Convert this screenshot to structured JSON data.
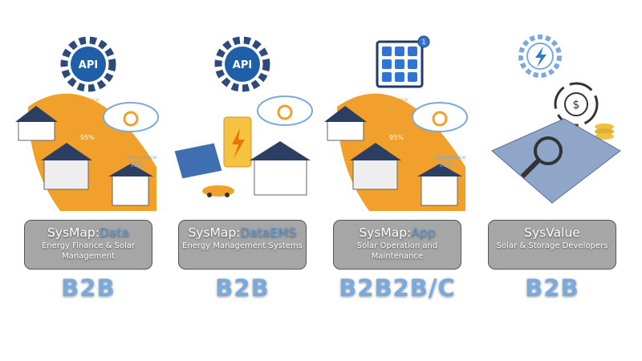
{
  "products": [
    {
      "name": "SysMap:",
      "highlight": "Data",
      "description": "Energy Finance & Solar Management",
      "model": "B2B",
      "illustration": {
        "api_label": "API",
        "perf": [
          "Performance",
          "76%",
          "Performance",
          "95%",
          "Performance",
          "95%"
        ]
      }
    },
    {
      "name": "SysMap:",
      "highlight": "DataEMS",
      "description": "Energy Management Systems",
      "model": "B2B",
      "illustration": {
        "api_label": "API"
      }
    },
    {
      "name": "SysMap:",
      "highlight": "App",
      "description": "Solar Operation and Maintenance",
      "model": "B2B2B/C",
      "illustration": {
        "badge": "1",
        "perf": [
          "Performance",
          "76%",
          "Performance",
          "95%",
          "Performance",
          "95%"
        ]
      }
    },
    {
      "name": "SysValue",
      "highlight": "",
      "description": "Solar & Storage Developers",
      "model": "B2B",
      "illustration": {}
    }
  ],
  "colors": {
    "accent": "#5b9bd5",
    "orange": "#f0a02b",
    "box": "#a6a6a6",
    "navy": "#1f3a6e"
  }
}
